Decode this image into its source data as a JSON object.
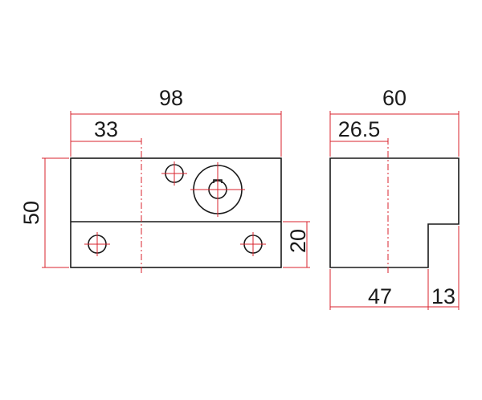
{
  "colors": {
    "outline": "#1a1a1a",
    "dimension": "#d9232e",
    "background": "#ffffff"
  },
  "front_view": {
    "dims": {
      "overall_width": "98",
      "hole_offset": "33",
      "height": "50",
      "step_height": "20"
    }
  },
  "side_view": {
    "dims": {
      "overall_width": "60",
      "hole_offset": "26.5",
      "base_left": "47",
      "base_right": "13"
    }
  }
}
